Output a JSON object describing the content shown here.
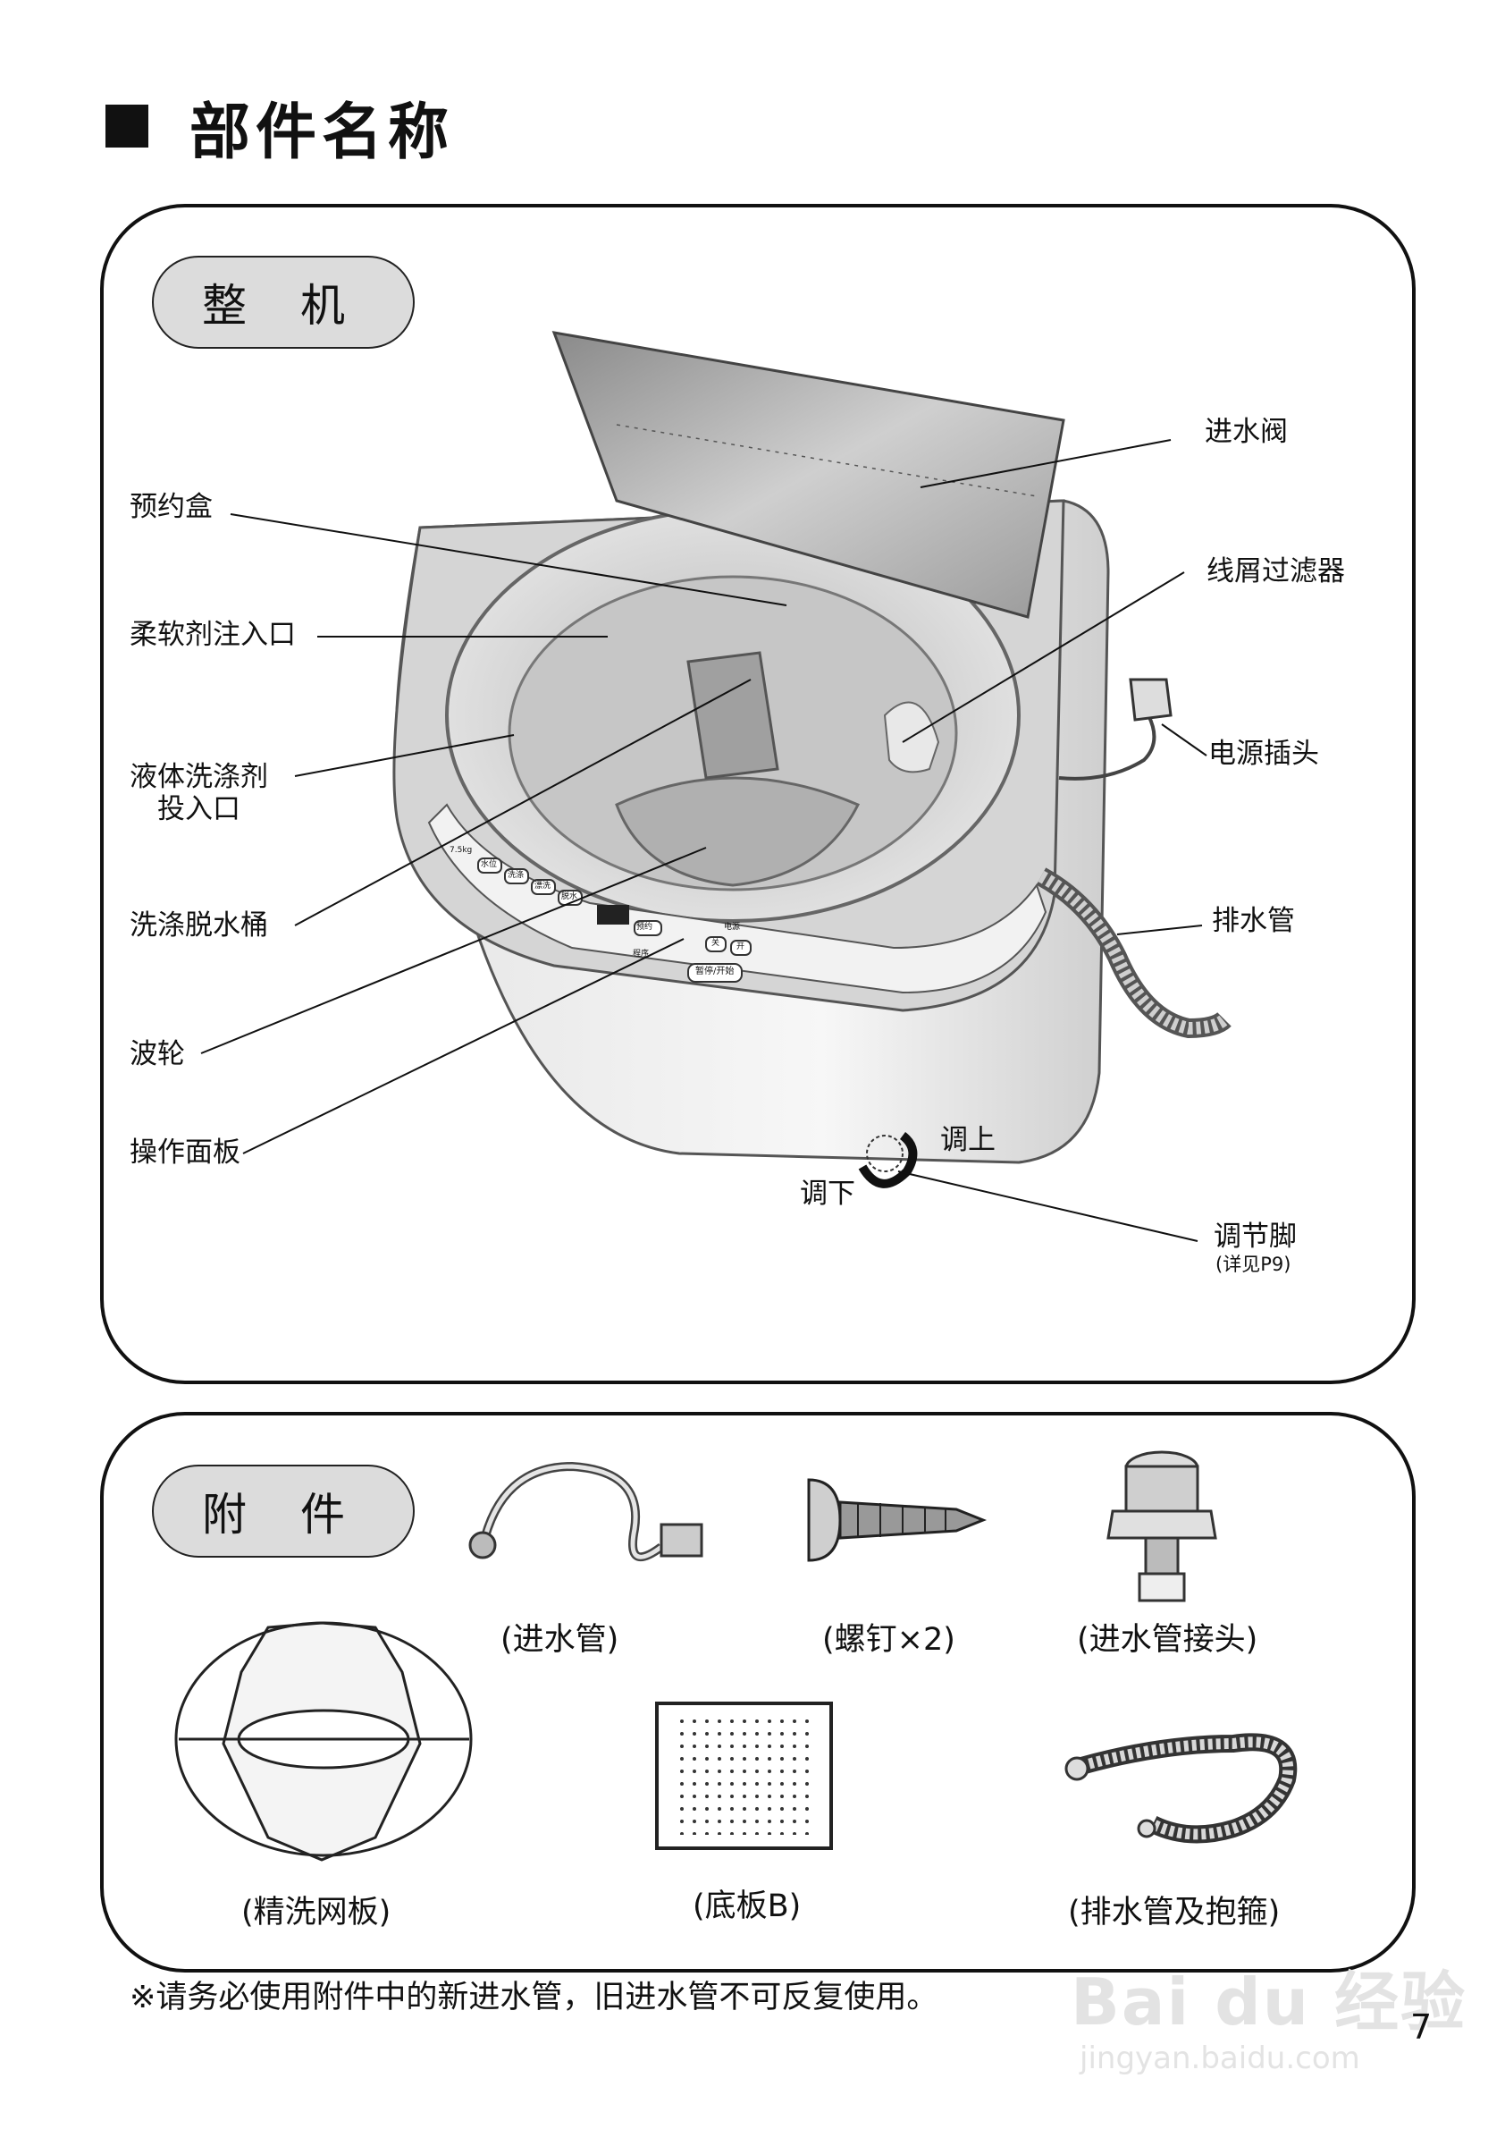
{
  "page_title": "部件名称",
  "section_machine": "整 机",
  "section_accessories": "附 件",
  "labels": {
    "inlet_valve": "进水阀",
    "reserve_box": "预约盒",
    "lint_filter": "线屑过滤器",
    "softener_inlet": "柔软剂注入口",
    "power_plug": "电源插头",
    "liquid_detergent_line1": "液体洗涤剂",
    "liquid_detergent_line2": "投入口",
    "wash_tub": "洗涤脱水桶",
    "drain_hose": "排水管",
    "pulsator": "波轮",
    "control_panel": "操作面板",
    "adjust_up": "调上",
    "adjust_down": "调下",
    "adjust_foot": "调节脚",
    "adjust_foot_ref": "(详见P9)"
  },
  "accessories": {
    "inlet_hose": "(进水管)",
    "screw": "(螺钉×2)",
    "inlet_connector": "(进水管接头)",
    "fine_wash_net": "(精洗网板)",
    "base_plate": "(底板B)",
    "drain_hose_clamp": "(排水管及抱箍)"
  },
  "control_panel_texts": {
    "capacity": "7.5kg",
    "btn_water_level": "水位",
    "btn_wash": "洗涤",
    "btn_rinse": "漂洗",
    "btn_spin": "脱水",
    "btn_program": "程序",
    "btn_reserve": "预约",
    "power_label": "电源",
    "power_off": "关",
    "power_on": "开",
    "btn_start": "暂停/开始"
  },
  "notice": "※请务必使用附件中的新进水管，旧进水管不可反复使用。",
  "watermark": "Bai du 经验",
  "watermark_url": "jingyan.baidu.com",
  "page_number": "7"
}
